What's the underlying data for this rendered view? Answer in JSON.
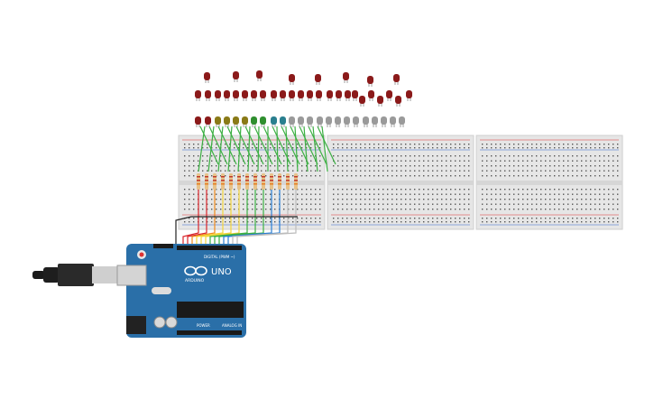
{
  "arduino": {
    "model_label": "UNO",
    "brand_label": "ARDUINO",
    "digital_label": "DIGITAL (PWM ~)",
    "power_label": "POWER",
    "analog_label": "ANALOG IN",
    "icon": "arduino-infinity-icon"
  },
  "colors": {
    "led_red": "#8b1a1a",
    "led_olive": "#8a7a17",
    "led_green": "#2f8f2f",
    "led_teal": "#2a7f8f",
    "led_gray": "#9a9a9a",
    "wire_green": "#3cb043",
    "wire_yellow": "#f2d43a",
    "wire_red": "#d9262b",
    "wire_orange": "#f08a1c",
    "wire_blue": "#2a7fd4",
    "wire_gray": "#bcbcbc",
    "wire_black": "#222222",
    "board_blue": "#2a6fa8",
    "breadboard": "#e6e6e6"
  },
  "breadboards": [
    {
      "name": "breadboard-1"
    },
    {
      "name": "breadboard-2"
    },
    {
      "name": "breadboard-3"
    }
  ]
}
